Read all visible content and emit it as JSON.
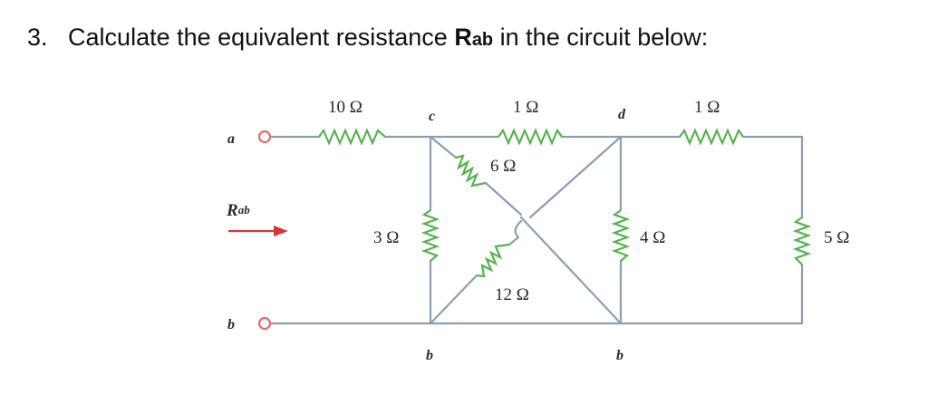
{
  "question": {
    "number": "3.",
    "text_before": "Calculate the equivalent resistance ",
    "symbol": "R",
    "symbol_sub": "ab",
    "text_after": " in the circuit below:"
  },
  "circuit": {
    "terminal_a": "a",
    "terminal_b": "b",
    "rab_label": "R",
    "rab_sub": "ab",
    "nodes": {
      "c": "c",
      "d": "d",
      "b_left": "b",
      "b_right": "b"
    },
    "resistors": {
      "r10": "10 Ω",
      "r1_mid": "1 Ω",
      "r1_right": "1 Ω",
      "r6": "6 Ω",
      "r3": "3 Ω",
      "r4": "4 Ω",
      "r5": "5 Ω",
      "r12": "12 Ω"
    },
    "colors": {
      "wire": "#8a9fb2",
      "resistor": "#56b24e",
      "terminal": "#e36b6b",
      "arrow": "#d9333a"
    }
  }
}
